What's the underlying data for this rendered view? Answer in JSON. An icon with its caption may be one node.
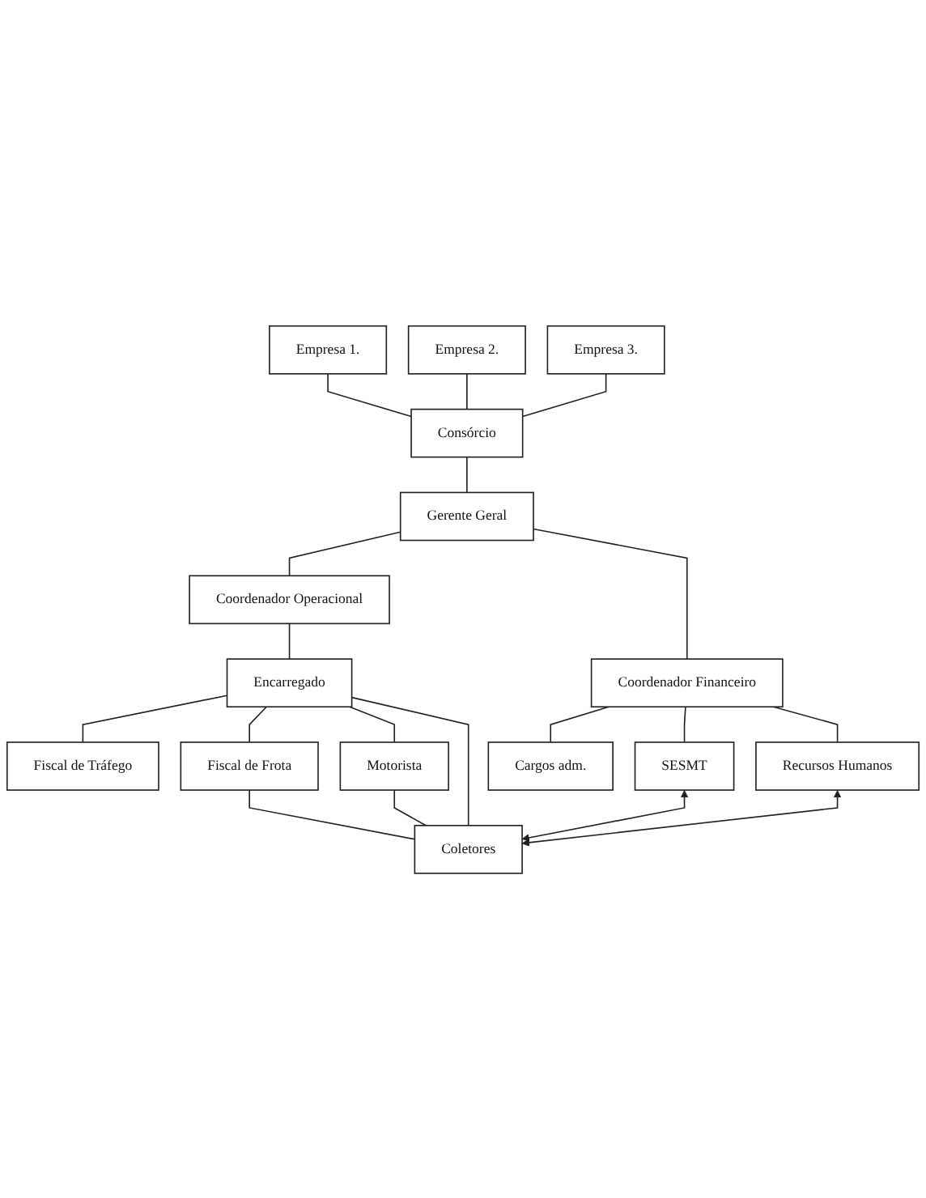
{
  "diagram": {
    "nodes": [
      {
        "text": [
          "Empresa 1."
        ]
      },
      {
        "text": [
          "Empresa 2."
        ]
      },
      {
        "text": [
          "Empresa 3."
        ]
      },
      {
        "text": [
          "Consórcio"
        ]
      },
      {
        "text": [
          "Gerente Geral"
        ]
      },
      {
        "text": [
          "Coordenador Operacional"
        ]
      },
      {
        "text": [
          "Coordenador Financeiro"
        ]
      },
      {
        "text": [
          "Cargos adm."
        ]
      },
      {
        "text": [
          "Encarregado"
        ]
      },
      {
        "text": [
          "Fiscal de Tráfego"
        ]
      },
      {
        "text": [
          "Fiscal de Frota"
        ]
      },
      {
        "text": [
          "SESMT"
        ]
      },
      {
        "text": [
          "Recursos Humanos"
        ]
      },
      {
        "text": [
          "Motorista"
        ]
      },
      {
        "text": [
          "Coletores"
        ]
      }
    ],
    "edges": [
      {
        "from": 0,
        "to": 3,
        "arrow": "none"
      },
      {
        "from": 1,
        "to": 3,
        "arrow": "none"
      },
      {
        "from": 2,
        "to": 3,
        "arrow": "none"
      },
      {
        "from": 3,
        "to": 4,
        "arrow": "none"
      },
      {
        "from": 4,
        "to": 5,
        "arrow": "none"
      },
      {
        "from": 4,
        "to": 6,
        "arrow": "none"
      },
      {
        "from": 6,
        "to": 7,
        "arrow": "none"
      },
      {
        "from": 6,
        "to": 11,
        "arrow": "none"
      },
      {
        "from": 6,
        "to": 12,
        "arrow": "none"
      },
      {
        "from": 5,
        "to": 8,
        "arrow": "none"
      },
      {
        "from": 8,
        "to": 9,
        "arrow": "none"
      },
      {
        "from": 8,
        "to": 10,
        "arrow": "none"
      },
      {
        "from": 8,
        "to": 13,
        "arrow": "none"
      },
      {
        "from": 8,
        "to": 14,
        "arrow": "none"
      },
      {
        "from": 10,
        "to": 14,
        "arrow": "none"
      },
      {
        "from": 13,
        "to": 14,
        "arrow": "none"
      },
      {
        "from": 14,
        "to": 11,
        "arrow": "both"
      },
      {
        "from": 14,
        "to": 12,
        "arrow": "both"
      }
    ]
  }
}
